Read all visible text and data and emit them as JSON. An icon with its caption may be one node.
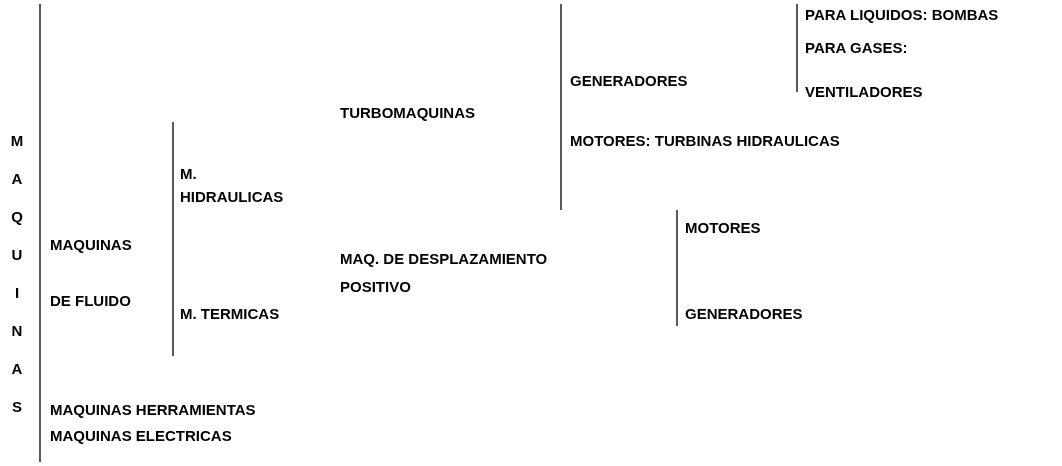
{
  "diagram": {
    "labels": [
      "PARA LIQUIDOS: BOMBAS",
      "PARA GASES: VENTILADORES",
      "GENERADORES",
      "TURBOMAQUINAS",
      "MAQUINAS",
      "MOTORES: TURBINAS HIDRAULICAS",
      "M. HIDRAULICAS",
      "MAQUINAS DE FLUIDO",
      "MOTORES",
      "MAQ. DE DESPLAZAMIENTO POSITIVO",
      "M. TERMICAS",
      "GENERADORES",
      "MAQUINAS HERRAMIENTAS",
      "MAQUINAS ELECTRICAS"
    ]
  }
}
